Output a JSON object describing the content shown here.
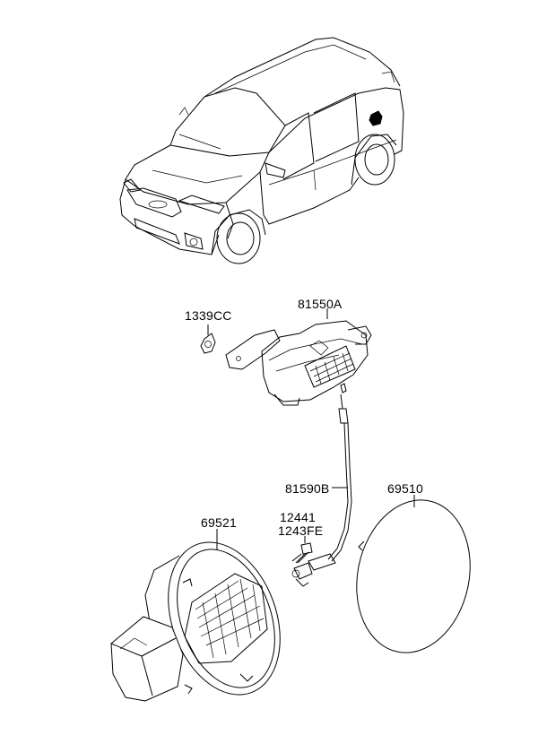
{
  "parts": {
    "p1339cc": "1339CC",
    "p81550a": "81550A",
    "p81590b": "81590B",
    "p69510": "69510",
    "p69521": "69521",
    "p12441": "12441",
    "p1243fe": "1243FE"
  }
}
